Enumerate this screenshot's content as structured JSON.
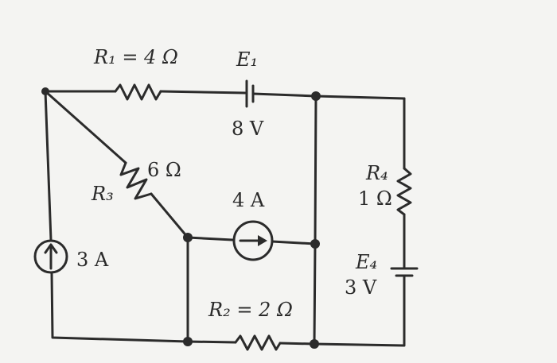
{
  "labels": {
    "r1": "R₁ = 4 Ω",
    "e1": "E₁",
    "e1_value": "8 V",
    "r3_value": "6 Ω",
    "r3": "R₃",
    "i4": "4 A",
    "i3": "3 A",
    "r4": "R₄",
    "r4_value": "1 Ω",
    "e4": "E₄",
    "e4_value": "3 V",
    "r2": "R₂ = 2 Ω"
  }
}
